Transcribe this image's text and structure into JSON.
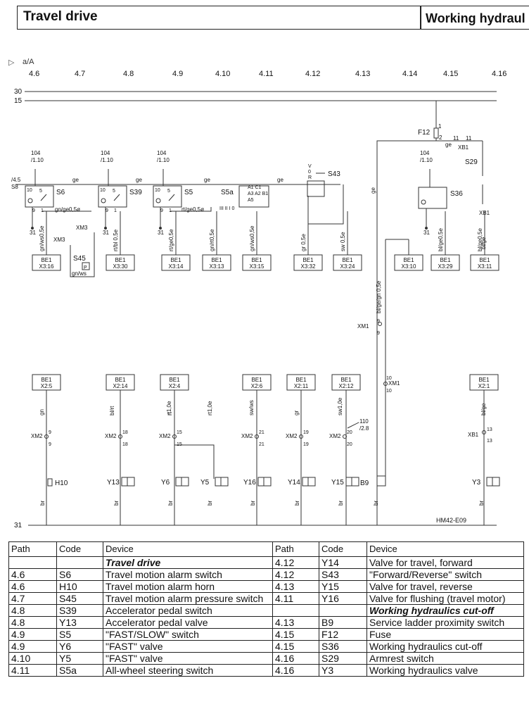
{
  "header": {
    "left_title": "Travel drive",
    "right_title": "Working hydraul"
  },
  "nav": {
    "play_icon": "play-triangle-icon",
    "symbol": "a/A"
  },
  "colors": {
    "line": "#333333",
    "text": "#111111",
    "border": "#222222"
  },
  "path_numbers": [
    "4.6",
    "4.7",
    "4.8",
    "4.9",
    "4.10",
    "4.11",
    "4.12",
    "4.13",
    "4.14",
    "4.15",
    "4.16"
  ],
  "rails": {
    "r30": "30",
    "r15": "15",
    "r31": "31",
    "ref": "HM42-E09"
  },
  "fuse": {
    "label": "F12",
    "p1": "1",
    "p2": "2",
    "ge": "ge",
    "xb1_a": "11",
    "xb1_b": "11",
    "xb1": "XB1"
  },
  "upper": {
    "refs": [
      "104\n/1.10",
      "104\n/1.10",
      "104\n/1.10",
      "104\n/1.10"
    ],
    "s8": "/4.5\nS8",
    "wire_ge": "ge",
    "switches": [
      "S6",
      "S39",
      "S5",
      "S5a",
      "S43",
      "S36",
      "S29"
    ],
    "xm3": "XM3",
    "s45": "S45",
    "p_box": "P",
    "wire_labels": [
      "gn/ge0,5ø",
      "rt/ge0,5ø",
      "gn/ws",
      "gn/ws0,5e",
      "gn/ge",
      "rt/bl 0,5e",
      "rt/ge0,5e",
      "gn/rt0,5e",
      "gn/ws0,5e",
      "gr 0,5e",
      "sw 0,5e",
      "bl/ge0,5e",
      "bl/ge",
      "bl/ge0,5e",
      "bl/ge/gn 0,5e",
      "ge"
    ],
    "s5a_pins": "A1 C1\nA3 A2 B1\nA5",
    "s5a_marks": "III II I 0",
    "s43_marks": "V\n0\nR",
    "xb1_lower": "XB1",
    "bes": [
      {
        "a": "BE1",
        "b": "X3:16"
      },
      {
        "a": "BE1",
        "b": "X3:30"
      },
      {
        "a": "BE1",
        "b": "X3:14"
      },
      {
        "a": "BE1",
        "b": "X3:13"
      },
      {
        "a": "BE1",
        "b": "X3:15"
      },
      {
        "a": "BE1",
        "b": "X3:32"
      },
      {
        "a": "BE1",
        "b": "X3:24"
      },
      {
        "a": "BE1",
        "b": "X3:10"
      },
      {
        "a": "BE1",
        "b": "X3:29"
      },
      {
        "a": "BE1",
        "b": "X3:11"
      }
    ]
  },
  "xm1": {
    "label": "XM1",
    "p9": "9",
    "p10": "10"
  },
  "lower": {
    "bes": [
      {
        "a": "BE1",
        "b": "X2:5"
      },
      {
        "a": "BE1",
        "b": "X2:14"
      },
      {
        "a": "BE1",
        "b": "X2:4"
      },
      {
        "a": "BE1",
        "b": "X2:6"
      },
      {
        "a": "BE1",
        "b": "X2:11"
      },
      {
        "a": "BE1",
        "b": "X2:12"
      },
      {
        "a": "BE1",
        "b": "X2:1"
      }
    ],
    "wires": [
      "gn",
      "bl/rt",
      "rt",
      "sw/ws",
      "gr",
      "sw1,0e",
      "bl/ge",
      "rt1,0e",
      "rt1,0e"
    ],
    "xm2": "XM2",
    "xm2_pins": [
      "9",
      "18",
      "15",
      "21",
      "19",
      "20"
    ],
    "xb1": "XB1",
    "xb1_pin": "13",
    "ref110": "110\n/2.8",
    "devices": [
      "H10",
      "Y13",
      "Y6",
      "Y5",
      "Y16",
      "Y14",
      "Y15",
      "B9",
      "Y3"
    ],
    "br": "br"
  },
  "table": {
    "headers": [
      "Path",
      "Code",
      "Device",
      "Path",
      "Code",
      "Device"
    ],
    "rows": [
      [
        "",
        "",
        "Travel drive",
        "4.12",
        "Y14",
        "Valve for travel, forward"
      ],
      [
        "4.6",
        "S6",
        "Travel motion alarm switch",
        "4.12",
        "S43",
        "\"Forward/Reverse\" switch"
      ],
      [
        "4.6",
        "H10",
        "Travel motion alarm horn",
        "4.13",
        "Y15",
        "Valve for travel, reverse"
      ],
      [
        "4.7",
        "S45",
        "Travel motion alarm pressure switch",
        "4.11",
        "Y16",
        "Valve for flushing (travel motor)"
      ],
      [
        "4.8",
        "S39",
        "Accelerator pedal switch",
        "",
        "",
        "Working hydraulics cut-off"
      ],
      [
        "4.8",
        "Y13",
        "Accelerator pedal valve",
        "4.13",
        "B9",
        "Service ladder proximity switch"
      ],
      [
        "4.9",
        "S5",
        "\"FAST/SLOW\" switch",
        "4.15",
        "F12",
        "Fuse"
      ],
      [
        "4.9",
        "Y6",
        "\"FAST\" valve",
        "4.15",
        "S36",
        "Working hydraulics cut-off"
      ],
      [
        "4.10",
        "Y5",
        "\"FAST\" valve",
        "4.16",
        "S29",
        "Armrest switch"
      ],
      [
        "4.11",
        "S5a",
        "All-wheel steering switch",
        "4.16",
        "Y3",
        "Working hydraulics valve"
      ]
    ]
  }
}
